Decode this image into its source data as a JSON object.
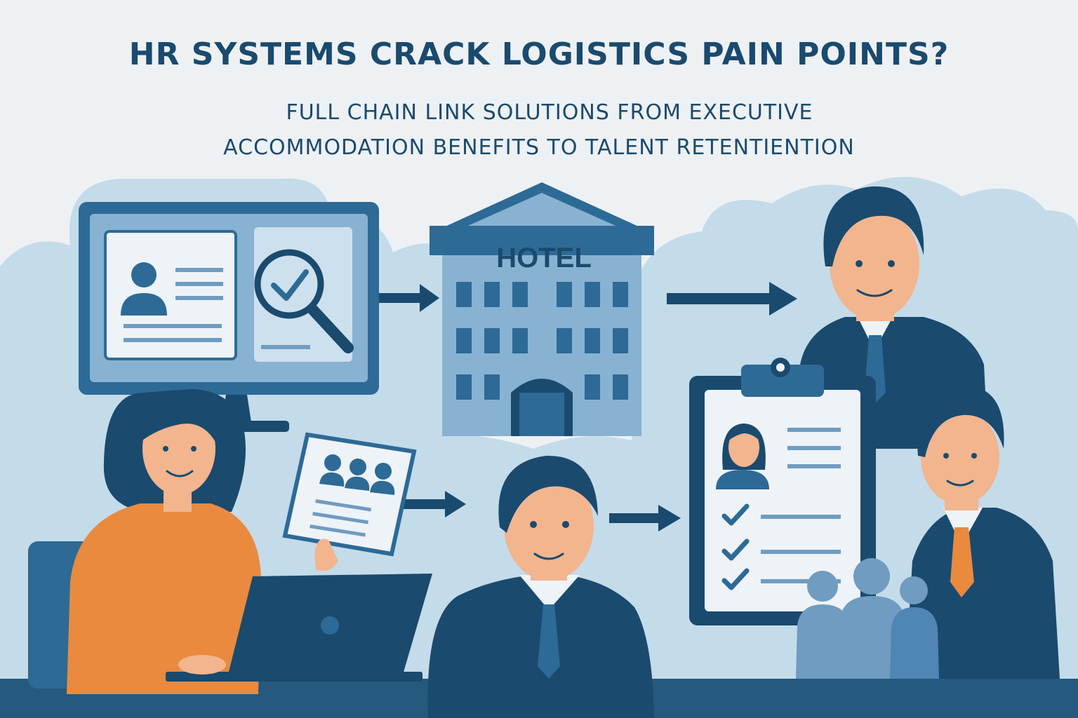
{
  "headline": {
    "title": "HR SYSTEMS CRACK LOGISTICS PAIN POINTS?",
    "subtitle_line1": "FULL CHAIN LINK SOLUTIONS FROM EXECUTIVE",
    "subtitle_line2": "ACCOMMODATION BENEFITS TO TALENT RETENTIENTION"
  },
  "hotel": {
    "sign": "HOTEL"
  },
  "icons": [
    "monitor-icon",
    "profile-card-icon",
    "magnifier-check-icon",
    "arrow-right-icon",
    "hotel-building-icon",
    "candidate-checklist-icon",
    "team-group-icon",
    "laptop-icon"
  ],
  "colors": {
    "background": "#eef1f3",
    "cloud": "#c4dbea",
    "navy": "#1a4a6e",
    "mid_blue": "#2d6a96",
    "light_blue": "#88b2d2",
    "pale_blue": "#cde0ee",
    "orange_shirt": "#e98a3f",
    "skin": "#f2b58e"
  }
}
